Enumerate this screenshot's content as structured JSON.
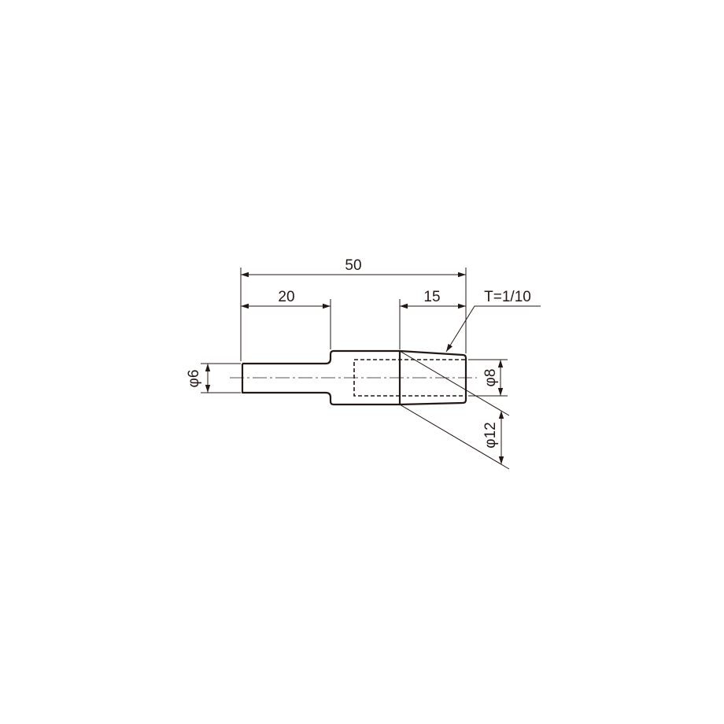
{
  "drawing": {
    "dimensions": {
      "overall_length": "50",
      "shank_length": "20",
      "taper_length": "15",
      "taper": "T=1/10",
      "shank_diameter": "φ6",
      "bore_diameter": "φ8",
      "body_diameter": "φ12"
    }
  }
}
